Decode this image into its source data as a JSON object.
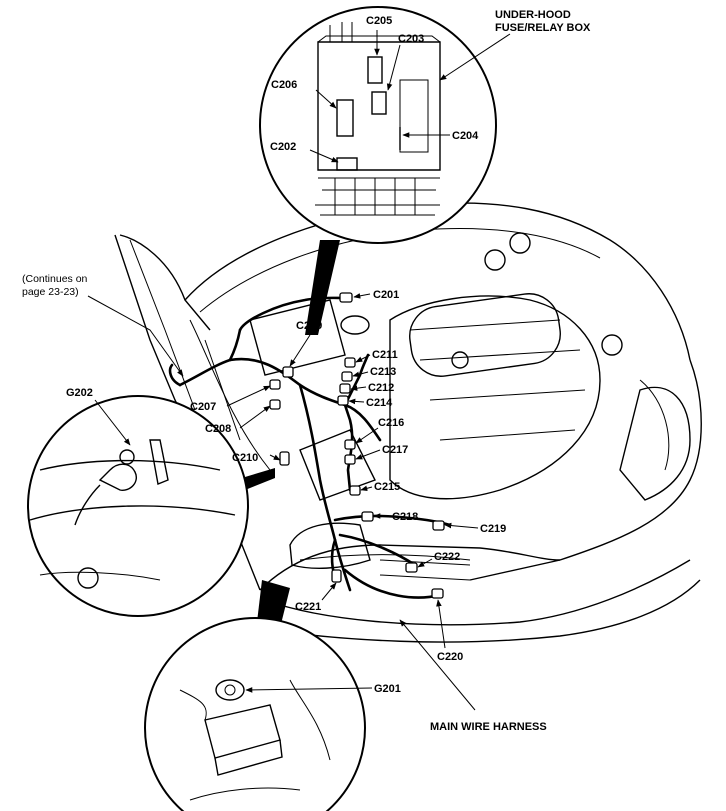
{
  "labels": {
    "fuse_box": [
      "UNDER-HOOD",
      "FUSE/RELAY BOX"
    ],
    "continues": [
      "(Continues on",
      "page 23-23)"
    ],
    "g202": "G202",
    "g201": "G201",
    "main_harness": "MAIN WIRE HARNESS",
    "c201": "C201",
    "c202": "C202",
    "c203": "C203",
    "c204": "C204",
    "c205": "C205",
    "c206": "C206",
    "c207": "C207",
    "c208": "C208",
    "c209": "C209",
    "c210": "C210",
    "c211": "C211",
    "c212": "C212",
    "c213": "C213",
    "c214": "C214",
    "c215": "C215",
    "c216": "C216",
    "c217": "C217",
    "c218": "C218",
    "c219": "C219",
    "c220": "C220",
    "c221": "C221",
    "c222": "C222"
  }
}
